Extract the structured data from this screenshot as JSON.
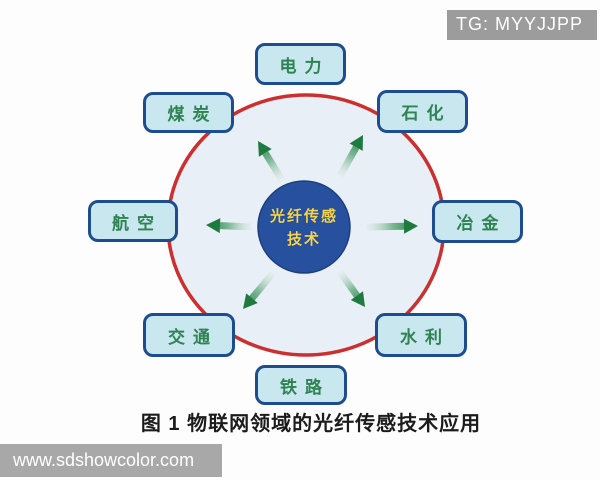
{
  "badge": {
    "text": "TG: MYYJJPP"
  },
  "watermark": {
    "text": "www.sdshowcolor.com"
  },
  "caption": "图 1 物联网领域的光纤传感技术应用",
  "diagram": {
    "center": {
      "line1": "光纤传感",
      "line2": "技术"
    },
    "nodes": [
      {
        "id": "power",
        "label": "电力"
      },
      {
        "id": "coal",
        "label": "煤炭"
      },
      {
        "id": "petrochemical",
        "label": "石化"
      },
      {
        "id": "aviation",
        "label": "航空"
      },
      {
        "id": "metallurgy",
        "label": "冶金"
      },
      {
        "id": "transport",
        "label": "交通"
      },
      {
        "id": "water",
        "label": "水利"
      },
      {
        "id": "railway",
        "label": "铁路"
      }
    ],
    "colors": {
      "node_fill": "#c9e7ef",
      "node_border": "#1d4d8e",
      "node_text": "#2f8352",
      "hub_fill": "#27519e",
      "hub_text": "#f5d54f",
      "ring_stroke": "#cc2f2f",
      "ring_fill": "#e9eff6",
      "arrow_green": "#1e7a3e",
      "badge_bg": "#9c9c9c",
      "watermark_bg": "#a8a8a8"
    }
  }
}
